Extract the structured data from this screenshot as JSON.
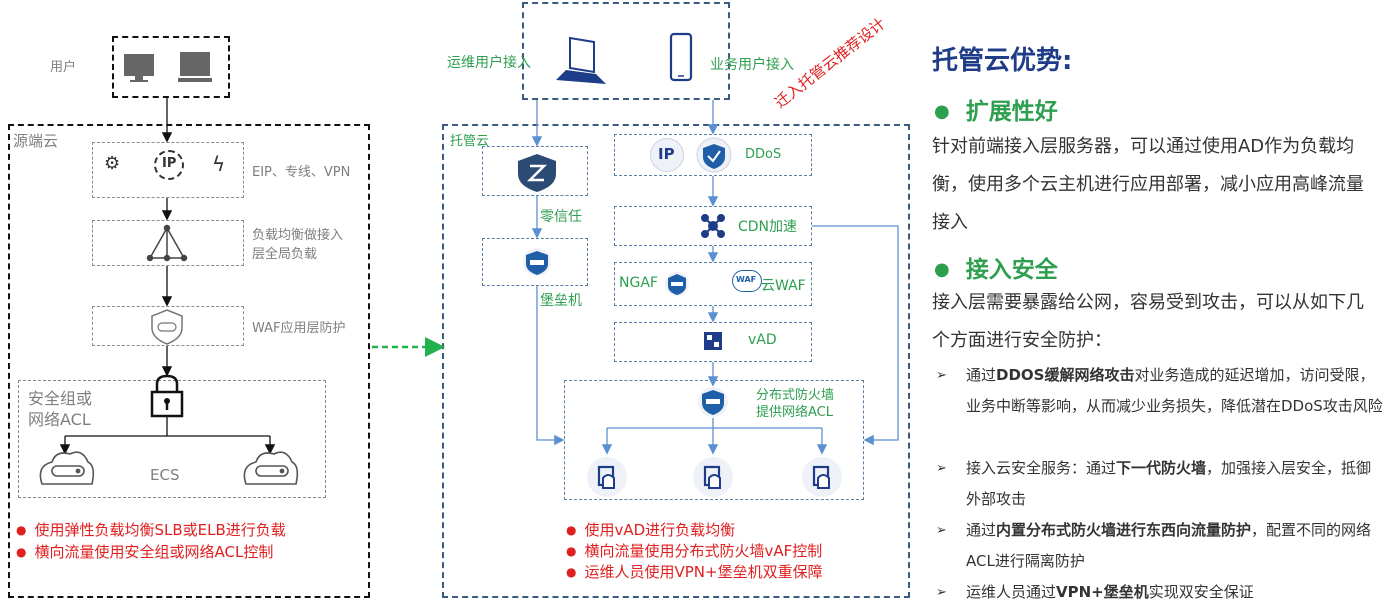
{
  "left": {
    "user_label": "用户",
    "source_cloud_label": "源端云",
    "eip_label": "EIP、专线、VPN",
    "lb_label": "负载均衡做接入\n层全局负载",
    "waf_label": "WAF应用层防护",
    "sg_label": "安全组或\n网络ACL",
    "ecs_label": "ECS",
    "bullets": [
      "使用弹性负载均衡SLB或ELB进行负载",
      "横向流量使用安全组或网络ACL控制"
    ]
  },
  "middle": {
    "ops_access": "运维用户接入",
    "biz_access": "业务用户接入",
    "migrate_label": "迁入托管云推荐设计",
    "hosted_cloud_label": "托管云",
    "zero_trust": "零信任",
    "bastion": "堡垒机",
    "ip_glyph": "IP",
    "ddos": "DDoS",
    "cdn": "CDN加速",
    "ngaf": "NGAF",
    "cloud_waf": "云WAF",
    "waf_glyph": "WAF",
    "vad": "vAD",
    "dist_fw": "分布式防火墙\n提供网络ACL",
    "bullets": [
      "使用vAD进行负载均衡",
      "横向流量使用分布式防火墙vAF控制",
      "运维人员使用VPN+堡垒机双重保障"
    ]
  },
  "right": {
    "title": "托管云优势:",
    "h1": "扩展性好",
    "p1": "针对前端接入层服务器，可以通过使用AD作为负载均衡，使用多个云主机进行应用部署，减小应用高峰流量接入",
    "h2": "接入安全",
    "p2": "接入层需要暴露给公网，容易受到攻击，可以从如下几个方面进行安全防护：",
    "items": [
      {
        "pre": "通过",
        "bold": "DDOS缓解网络攻击",
        "post": "对业务造成的延迟增加，访问受限，业务中断等影响，从而减少业务损失，降低潜在DDoS攻击风险"
      },
      {
        "pre": "接入云安全服务：通过",
        "bold": "下一代防火墙",
        "post": "，加强接入层安全，抵御外部攻击"
      },
      {
        "pre": "通过",
        "bold": "内置分布式防火墙进行东西向流量防护",
        "post": "，配置不同的网络ACL进行隔离防护"
      },
      {
        "pre": "运维人员通过",
        "bold": "VPN+堡垒机",
        "post": "实现双安全保证"
      }
    ],
    "arrow_mark": "➢"
  },
  "colors": {
    "navy": "#1f3c88",
    "green": "#2e9e4f",
    "red": "#e02020",
    "arrow_blue": "#5b8fd0"
  }
}
